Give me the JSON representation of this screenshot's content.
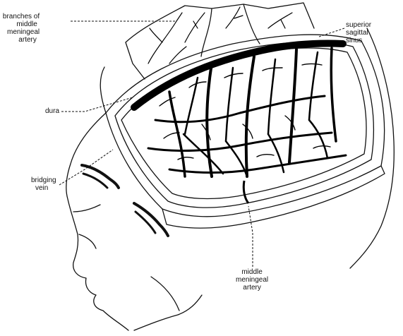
{
  "diagram": {
    "labels": {
      "branches_of_middle_meningeal_artery": [
        "branches of",
        "middle",
        "meningeal",
        "artery"
      ],
      "superior_sagittal_sinus": [
        "superior",
        "sagittal",
        "sinus"
      ],
      "dura": [
        "dura"
      ],
      "bridging_vein": [
        "bridging",
        "vein"
      ],
      "middle_meningeal_artery": [
        "middle",
        "meningeal",
        "artery"
      ]
    },
    "colors": {
      "ink": "#111111",
      "background": "#ffffff"
    }
  }
}
